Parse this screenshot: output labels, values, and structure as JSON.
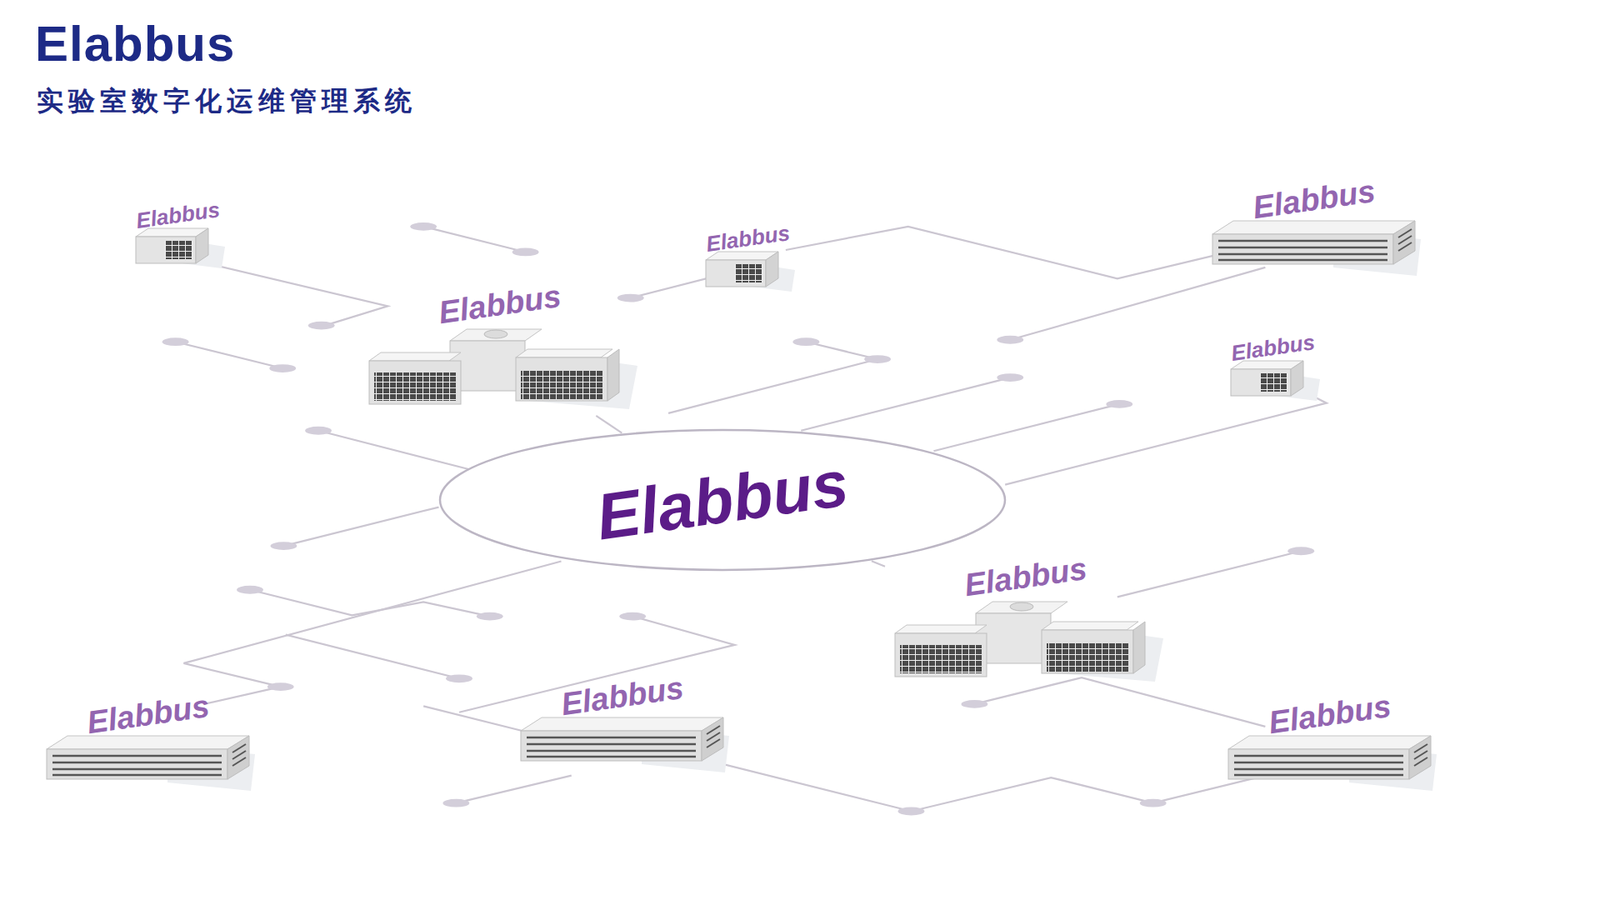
{
  "diagram": {
    "title": "Elabbus",
    "nodes": [
      {
        "text": [
          "Elabbus"
        ]
      },
      {
        "text": [
          "Elabbus"
        ]
      },
      {
        "text": [
          "Elabbus"
        ]
      },
      {
        "text": [
          "Elabbus"
        ]
      },
      {
        "text": [
          "Elabbus"
        ]
      },
      {
        "text": [
          "Elabbus"
        ]
      },
      {
        "text": [
          "Elabbus"
        ]
      },
      {
        "text": [
          "Elabbus"
        ]
      },
      {
        "text": [
          "Elabbus"
        ]
      },
      {
        "text": [
          "Elabbus"
        ]
      }
    ],
    "edges": [
      {
        "from": 3,
        "to": 4,
        "arrow": "none"
      },
      {
        "from": 4,
        "to": 6,
        "arrow": "none"
      }
    ],
    "labels": [
      "实验室数字化运维管理系统"
    ]
  }
}
